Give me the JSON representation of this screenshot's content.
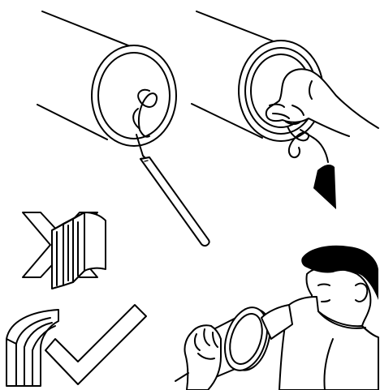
{
  "figure": {
    "panels": [
      {
        "id": "panel-1",
        "depicts": "tube-end-with-wire-loop-and-tool"
      },
      {
        "id": "panel-2",
        "depicts": "hand-removing-wire-from-tube"
      },
      {
        "id": "panel-3",
        "depicts": "sighting-through-tube"
      },
      {
        "id": "panel-4",
        "depicts": "incorrect-sharp-bend",
        "mark": "cross-icon"
      },
      {
        "id": "panel-5",
        "depicts": "correct-gentle-bend",
        "mark": "check-icon"
      }
    ],
    "colors": {
      "stroke": "#000000",
      "fill": "#ffffff",
      "hair": "#000000"
    }
  }
}
